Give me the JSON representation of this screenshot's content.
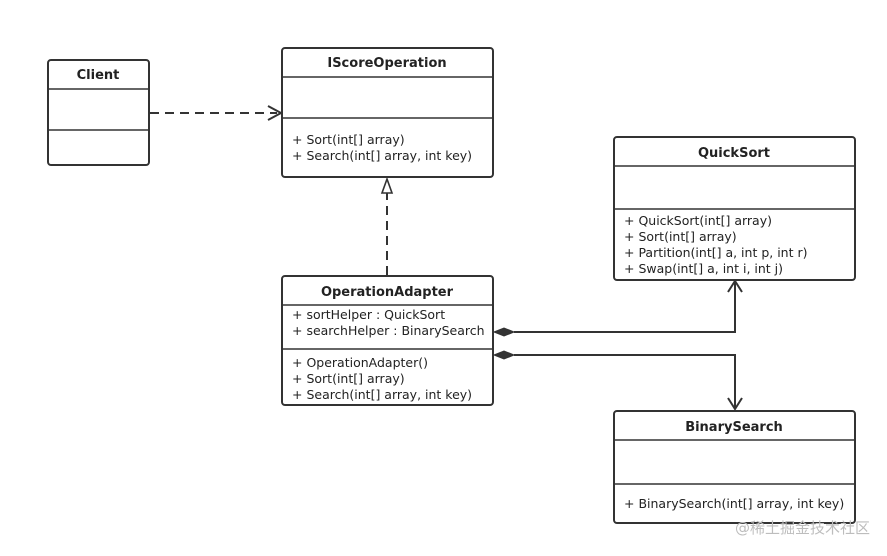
{
  "classes": {
    "client": {
      "name": "Client",
      "attributes": [],
      "methods": []
    },
    "iscore": {
      "name": "IScoreOperation",
      "attributes": [],
      "methods": [
        "+ Sort(int[] array)",
        "+ Search(int[] array, int key)"
      ]
    },
    "quicksort": {
      "name": "QuickSort",
      "attributes": [],
      "methods": [
        "+ QuickSort(int[] array)",
        "+ Sort(int[] array)",
        "+ Partition(int[] a, int p, int r)",
        "+ Swap(int[] a, int i, int j)"
      ]
    },
    "adapter": {
      "name": "OperationAdapter",
      "attributes": [
        "+ sortHelper : QuickSort",
        "+ searchHelper : BinarySearch"
      ],
      "methods": [
        "+ OperationAdapter()",
        "+ Sort(int[] array)",
        "+ Search(int[] array, int key)"
      ]
    },
    "binarysearch": {
      "name": "BinarySearch",
      "attributes": [],
      "methods": [
        "+ BinarySearch(int[] array, int key)"
      ]
    }
  },
  "relations": [
    {
      "from": "client",
      "to": "iscore",
      "kind": "dependency"
    },
    {
      "from": "adapter",
      "to": "iscore",
      "kind": "realization"
    },
    {
      "from": "adapter",
      "to": "quicksort",
      "kind": "composition"
    },
    {
      "from": "adapter",
      "to": "binarysearch",
      "kind": "composition"
    }
  ],
  "watermark": "@稀土掘金技术社区"
}
